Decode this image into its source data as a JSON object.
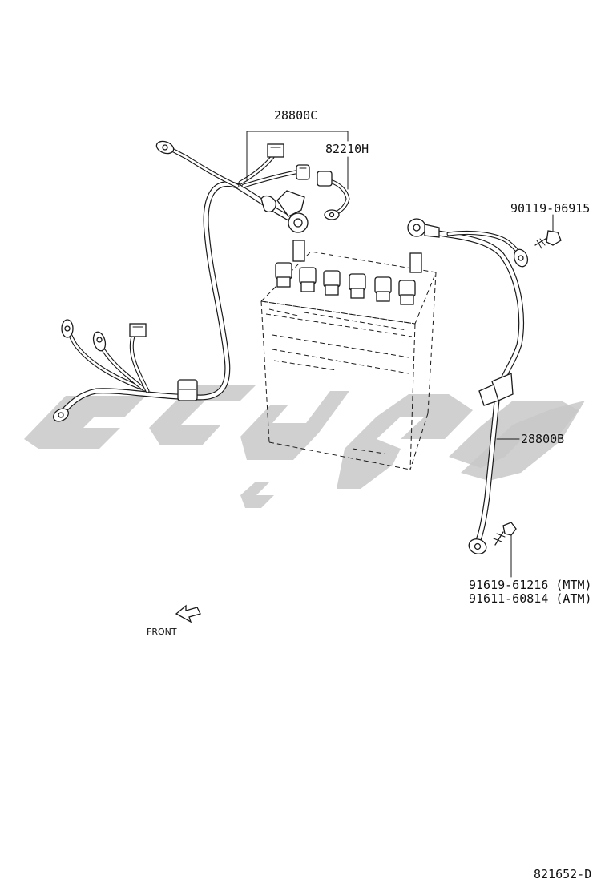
{
  "labels": {
    "harness_c": "28800C",
    "cable_h": "82210H",
    "bolt_top": "90119-06915",
    "cable_b": "28800B",
    "bolt_mtm": "91619-61216 (MTM)",
    "bolt_atm": "91611-60814 (ATM)",
    "front": "FRONT",
    "drawing_id": "821652-D"
  },
  "colors": {
    "line": "#1a1a1a",
    "watermark": "#c8c8c8",
    "background": "#ffffff"
  }
}
